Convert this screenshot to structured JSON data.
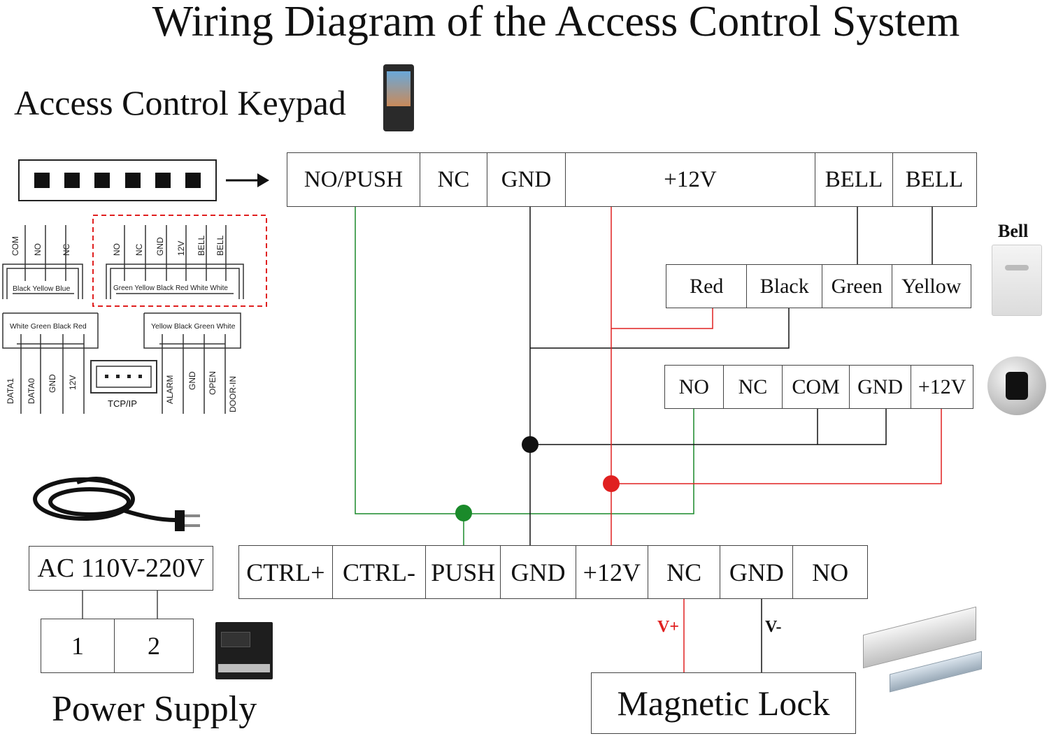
{
  "title": "Wiring Diagram of the Access Control System",
  "keypad": {
    "label": "Access Control Keypad"
  },
  "keypad_terminal_block": [
    "NO/PUSH",
    "NC",
    "GND",
    "+12V",
    "BELL",
    "BELL"
  ],
  "bell": {
    "label": "Bell",
    "wires": [
      "Red",
      "Black",
      "Green",
      "Yellow"
    ]
  },
  "exit_button": {
    "terminals": [
      "NO",
      "NC",
      "COM",
      "GND",
      "+12V"
    ]
  },
  "controller_terminal_block": [
    "CTRL+",
    "CTRL-",
    "PUSH",
    "GND",
    "+12V",
    "NC",
    "GND",
    "NO"
  ],
  "power": {
    "ac_label": "AC 110V-220V",
    "terminals": [
      "1",
      "2"
    ],
    "label": "Power Supply"
  },
  "lock": {
    "label": "Magnetic Lock",
    "vplus": "V+",
    "vminus": "V-"
  },
  "pinout": {
    "group1": {
      "pins": [
        "COM",
        "NO",
        "NC"
      ],
      "wires": "Black Yellow Blue"
    },
    "group2": {
      "pins": [
        "NO",
        "NC",
        "GND",
        "12V",
        "BELL",
        "BELL"
      ],
      "wires": "Green Yellow Black Red White White"
    },
    "group3": {
      "pins": [
        "DATA1",
        "DATA0",
        "GND",
        "12V"
      ],
      "wires": "White Green Black Red"
    },
    "group4": {
      "pins": [
        "ALARM",
        "GND",
        "OPEN",
        "DOOR-IN"
      ],
      "wires": "Yellow Black Green White"
    },
    "tcp_label": "TCP/IP"
  },
  "colors": {
    "red_wire": "#e02020",
    "green_wire": "#1a8a2a",
    "black_wire": "#111111",
    "dashed_frame": "#e02020"
  }
}
